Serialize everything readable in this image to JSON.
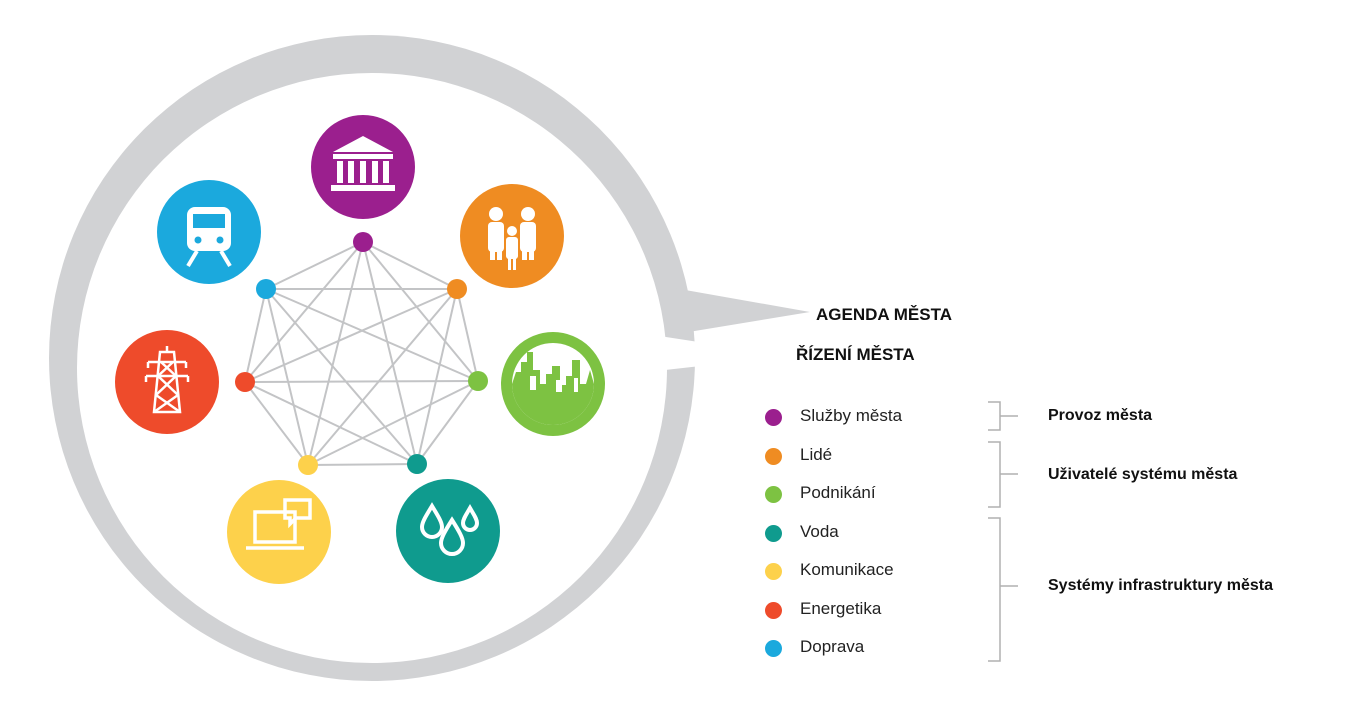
{
  "callouts": {
    "outer": "AGENDA MĚSTA",
    "inner": "ŘÍZENÍ MĚSTA"
  },
  "nodes": [
    {
      "id": "city-services",
      "icon": "government-building-icon",
      "color": "#9b1f8e"
    },
    {
      "id": "people",
      "icon": "family-icon",
      "color": "#ef8c22"
    },
    {
      "id": "business",
      "icon": "city-skyline-icon",
      "color": "#7dc242"
    },
    {
      "id": "water",
      "icon": "water-drops-icon",
      "color": "#0f9b8e"
    },
    {
      "id": "communication",
      "icon": "laptop-chat-icon",
      "color": "#fdd14b"
    },
    {
      "id": "energy",
      "icon": "power-pylon-icon",
      "color": "#ee4b2b"
    },
    {
      "id": "transport",
      "icon": "train-icon",
      "color": "#1ba9dd"
    }
  ],
  "legend": [
    {
      "label": "Služby města",
      "color": "#9b1f8e"
    },
    {
      "label": "Lidé",
      "color": "#ef8c22"
    },
    {
      "label": "Podnikání",
      "color": "#7dc242"
    },
    {
      "label": "Voda",
      "color": "#0f9b8e"
    },
    {
      "label": "Komunikace",
      "color": "#fdd14b"
    },
    {
      "label": "Energetika",
      "color": "#ee4b2b"
    },
    {
      "label": "Doprava",
      "color": "#1ba9dd"
    }
  ],
  "groups": [
    {
      "label": "Provoz města"
    },
    {
      "label": "Uživatelé systému města"
    },
    {
      "label": "Systémy infrastruktury města"
    }
  ],
  "colors": {
    "ring": "#d1d2d4",
    "edges": "#c3c4c6",
    "bracket": "#b0b0b0"
  }
}
